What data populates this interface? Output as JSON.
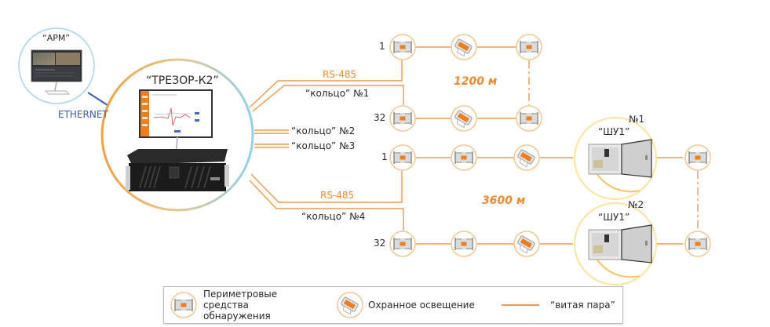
{
  "colors": {
    "cable": "#ee9b4d",
    "accent": "#ee8a32",
    "ethernet": "#3a5da8",
    "sensor_ring": "#f3c78f",
    "shu_ring": "#fbe3a0"
  },
  "arm": {
    "label": "“АРМ”",
    "connection_label": "ETHERNET",
    "icon": "monitor-icon"
  },
  "server": {
    "label": "“ТРЕЗОР-К2”",
    "icon": "server-with-monitor-icon"
  },
  "lines": {
    "rs485_top": "RS-485",
    "ring1": "“кольцо” №1",
    "ring2": "“кольцо” №2",
    "ring3": "“кольцо” №3",
    "rs485_bottom": "RS-485",
    "ring4": "“кольцо” №4"
  },
  "segment_top": {
    "distance": "1200 м",
    "first_index": "1",
    "last_index": "32"
  },
  "segment_bottom": {
    "distance": "3600 м",
    "first_index": "1",
    "last_index": "32"
  },
  "cabinets": [
    {
      "label": "“ШУ1”",
      "number": "№1",
      "icon": "cabinet-icon"
    },
    {
      "label": "“ШУ1”",
      "number": "№2",
      "icon": "cabinet-icon"
    }
  ],
  "legend": {
    "sensor": {
      "label": "Периметровые средства обнаружения",
      "icon": "perimeter-sensor-icon"
    },
    "light": {
      "label": "Охранное освещение",
      "icon": "security-light-icon"
    },
    "cable": {
      "label": "“витая пара”",
      "icon": "line-icon"
    }
  }
}
